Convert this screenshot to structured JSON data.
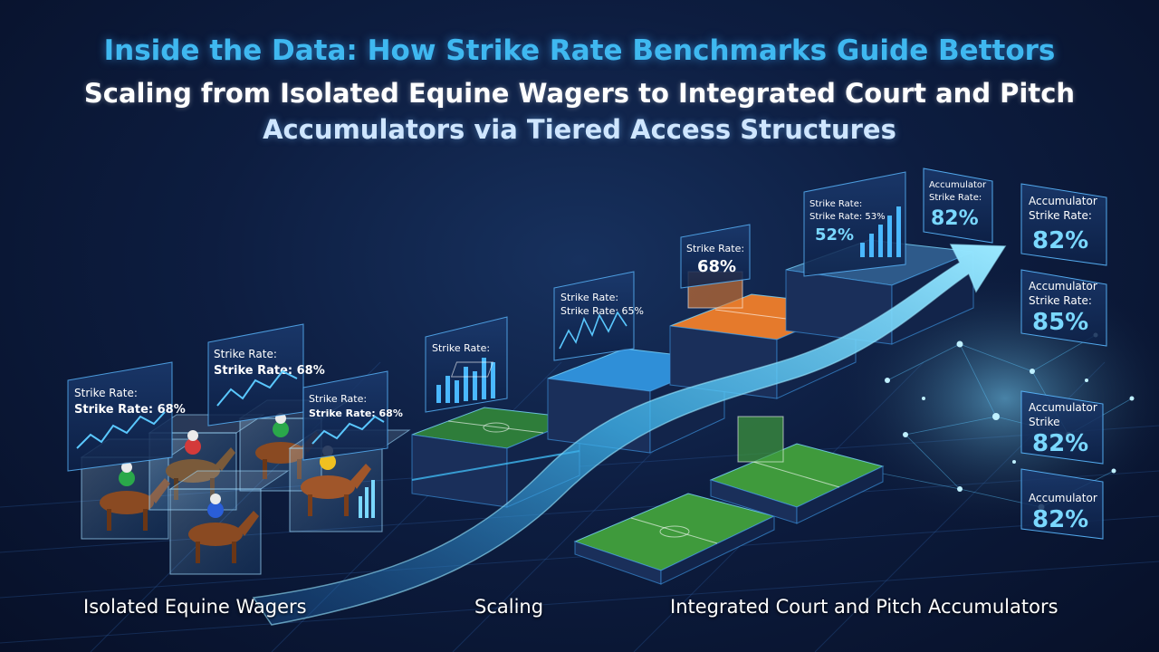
{
  "title": "Inside the Data: How Strike Rate Benchmarks Guide Bettors",
  "subtitle_line1": "Scaling from Isolated Equine Wagers to Integrated Court and Pitch",
  "subtitle_line2": "Accumulators via Tiered Access Structures",
  "captions": {
    "left": "Isolated Equine Wagers",
    "middle": "Scaling",
    "right": "Integrated Court and Pitch Accumulators"
  },
  "horse_panels": [
    {
      "line1": "Strike Rate:",
      "line2": "Strike Rate: 68%"
    },
    {
      "line1": "Strike Rate:",
      "line2": "Strike Rate: 68%"
    },
    {
      "line1": "Strike Rate:",
      "line2": "Strike Rate: 68%"
    }
  ],
  "platform_panels": [
    {
      "line1": "Strike Rate:",
      "line2": ""
    },
    {
      "line1": "Strike Rate: 65%",
      "line2": "Strike Rate:"
    },
    {
      "line1": "Strike Rate:",
      "line2": "68%"
    },
    {
      "line1": "Strike Rate:",
      "line2": "Strike Rate: 53%",
      "line3": "52%"
    }
  ],
  "accumulator_panels": [
    {
      "line1": "Accumulator",
      "line2": "Strike Rate:",
      "value": "82%"
    },
    {
      "line1": "Accumulator",
      "line2": "Strike Rate:",
      "value": "82%"
    },
    {
      "line1": "Accumulator",
      "line2": "Strike Rate:",
      "value": "85%"
    },
    {
      "line1": "Accumulator",
      "line2": "Strike",
      "value": "82%"
    },
    {
      "line1": "Accumulator",
      "line2": "",
      "value": "82%"
    }
  ],
  "colors": {
    "accent": "#3fb8f0",
    "arrow": "#5fd0ff",
    "pitch": "#3f9a3c",
    "court": "#e57a2c",
    "court_blue": "#2f8fd8",
    "jersey_green": "#2aa84a",
    "jersey_red": "#d43a3a",
    "jersey_yellow": "#f0c020",
    "jersey_blue": "#2a5ed8"
  }
}
